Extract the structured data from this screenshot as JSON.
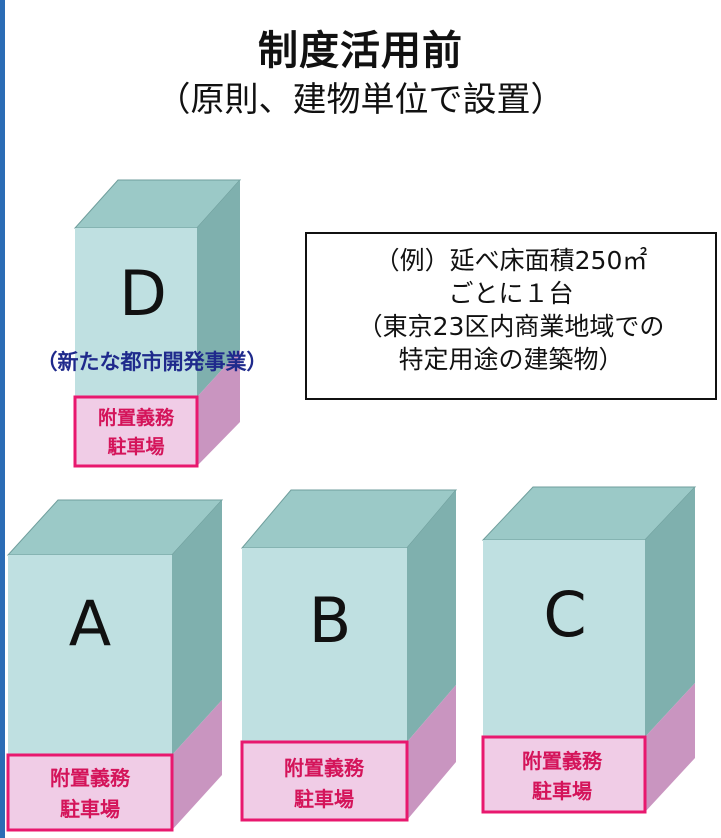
{
  "title": "制度活用前",
  "subtitle": "（原則、建物単位で設置）",
  "note": {
    "line1": "（例）延べ床面積250㎡",
    "line2": "ごとに１台",
    "line3": "（東京23区内商業地域での",
    "line4": "特定用途の建築物）"
  },
  "caption_d": "（新たな都市開発事業）",
  "buildings": [
    {
      "label": "D",
      "parking_line1": "附置義務",
      "parking_line2": "駐車場"
    },
    {
      "label": "A",
      "parking_line1": "附置義務",
      "parking_line2": "駐車場"
    },
    {
      "label": "B",
      "parking_line1": "附置義務",
      "parking_line2": "駐車場"
    },
    {
      "label": "C",
      "parking_line1": "附置義務",
      "parking_line2": "駐車場"
    }
  ],
  "colors": {
    "building_front": "#bfe0e1",
    "building_top": "#9bc9c7",
    "building_side": "#7fb0ae",
    "parking_front": "#f0cce6",
    "parking_side": "#c995c0",
    "parking_border": "#e8186e",
    "left_border": "#2b6cb5"
  }
}
